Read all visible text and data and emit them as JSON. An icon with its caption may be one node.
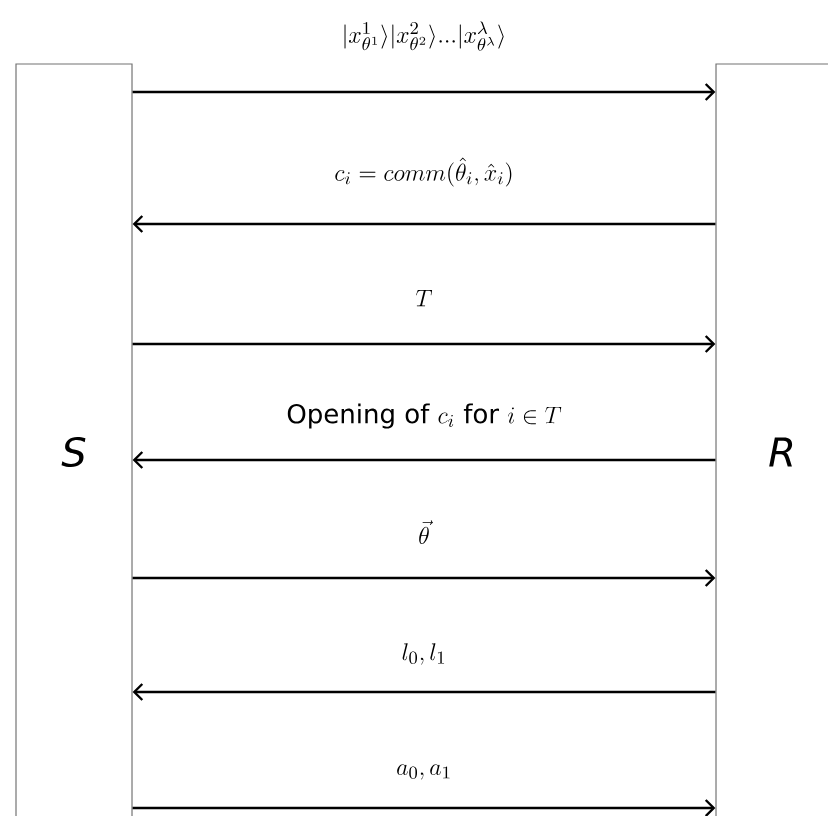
{
  "diagram": {
    "nodes": [
      {
        "text": [
          "S"
        ]
      },
      {
        "text": [
          "R"
        ]
      }
    ],
    "edges": [
      {
        "from": 0,
        "to": 1,
        "arrow": "to",
        "label": "|x^1_{\\theta^1}\\rangle|x^2_{\\theta^2}\\rangle...|x^\\lambda_{\\theta^\\lambda}\\rangle"
      },
      {
        "from": 1,
        "to": 0,
        "arrow": "to",
        "label": "c_i = comm(\\hat{\\theta}_i, \\hat{x}_i)"
      },
      {
        "from": 0,
        "to": 1,
        "arrow": "to",
        "label": "T"
      },
      {
        "from": 1,
        "to": 0,
        "arrow": "to",
        "label": "\\mbox{Opening of }c_i\\mbox{ for }i \\in T"
      },
      {
        "from": 0,
        "to": 1,
        "arrow": "to",
        "label": "\\vec{\\theta}"
      },
      {
        "from": 1,
        "to": 0,
        "arrow": "to",
        "label": "l_0, l_1"
      },
      {
        "from": 0,
        "to": 1,
        "arrow": "to",
        "label": "a_0, a_1"
      }
    ]
  }
}
